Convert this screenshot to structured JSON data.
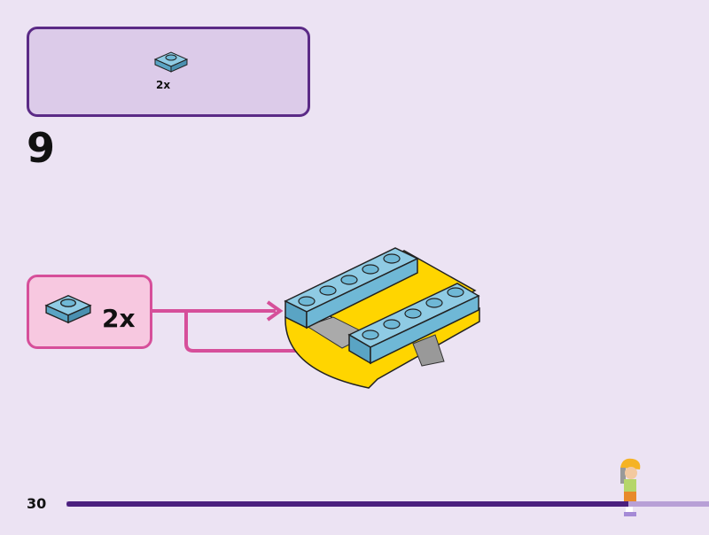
{
  "parts_list": {
    "quantity": "2x",
    "part": "light-blue-1x1-plate"
  },
  "step": {
    "number": "9"
  },
  "callout": {
    "quantity": "2x",
    "part": "light-blue-1x1-plate"
  },
  "footer": {
    "page_number": "30",
    "progress": 0.875
  },
  "colors": {
    "frame": "#5b2a86",
    "callout_border": "#d64f9a",
    "arrow": "#d64f9a",
    "brick_blue": "#6fb8d6",
    "brick_yellow": "#ffd500"
  }
}
